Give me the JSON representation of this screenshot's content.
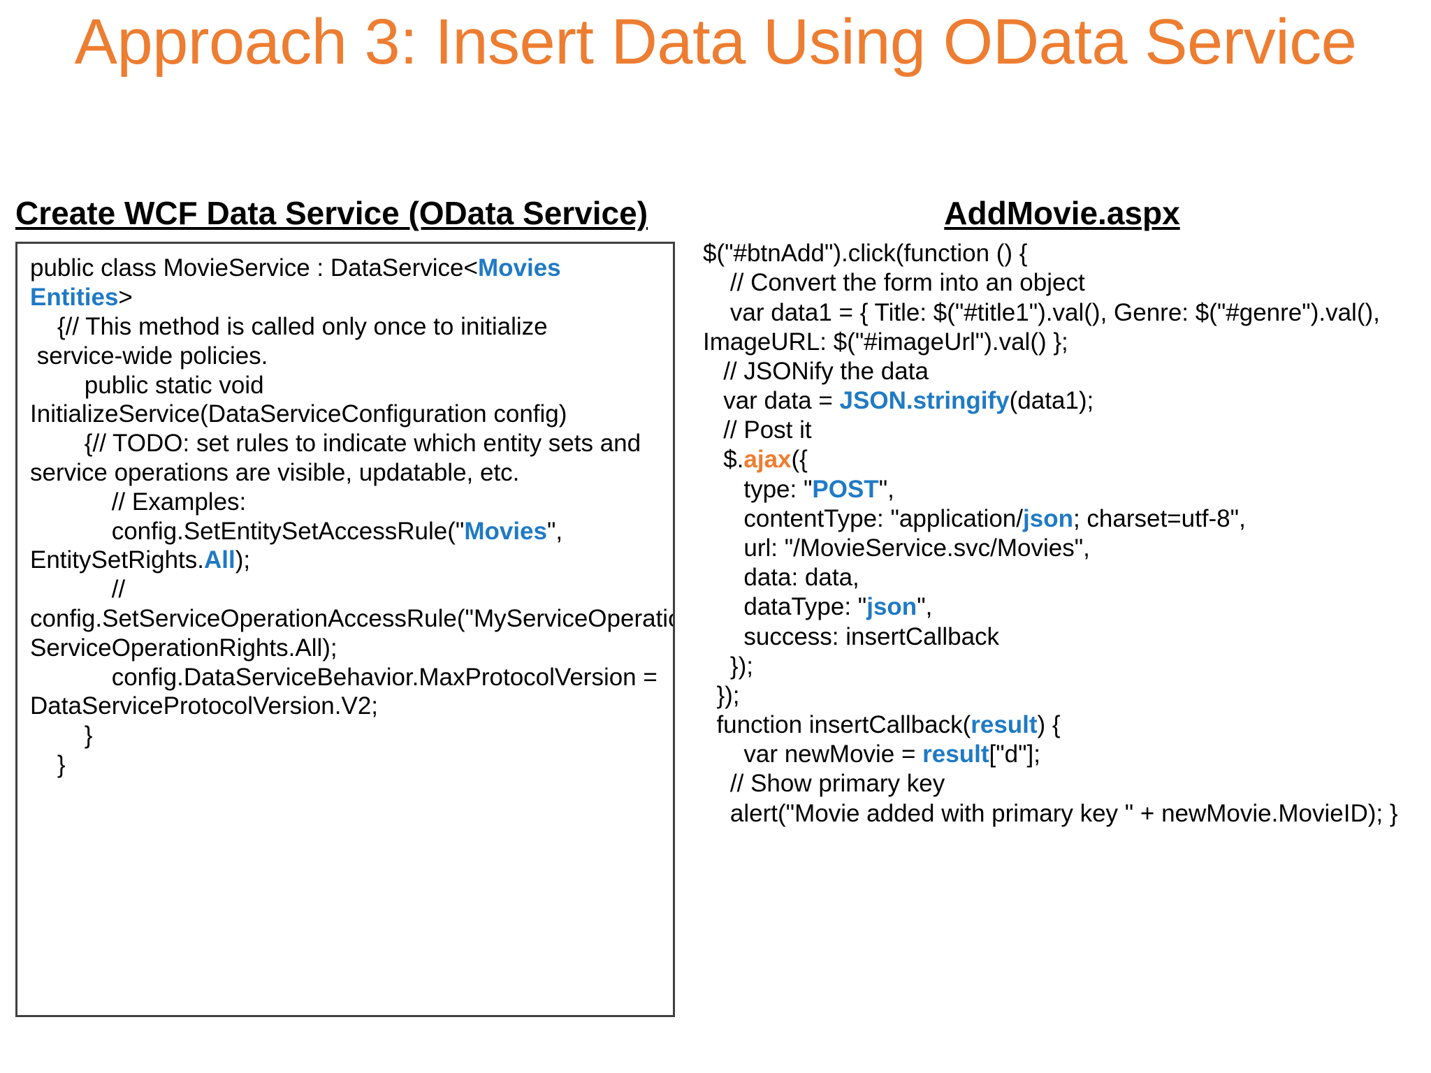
{
  "slide": {
    "title": "Approach 3: Insert Data Using OData Service",
    "colors": {
      "title_orange": "#ED7D31",
      "keyword_blue": "#1F7AC4",
      "keyword_orange": "#ED7D31",
      "text_black": "#000000",
      "box_border": "#404040",
      "background": "#FFFFFF"
    }
  },
  "left": {
    "heading": "Create WCF Data Service (OData Service)",
    "code_lines": [
      {
        "text": "public class MovieService : DataService<",
        "style": "plain"
      },
      {
        "text": "Movies Entities",
        "style": "blue"
      },
      {
        "text": ">",
        "style": "plain"
      },
      {
        "text": "\n    {// This method is called only once to initialize\n service-wide policies.\n        public static void InitializeService(DataServiceConfiguration config)\n        {// TODO: set rules to indicate which entity sets and service operations are visible, updatable, etc.\n            // Examples:\n            config.SetEntitySetAccessRule(\"",
        "style": "plain"
      },
      {
        "text": "Movies",
        "style": "blue"
      },
      {
        "text": "\", EntitySetRights.",
        "style": "plain"
      },
      {
        "text": "All",
        "style": "blue"
      },
      {
        "text": ");\n            // config.SetServiceOperationAccessRule(\"MyServiceOperation\", ServiceOperationRights.All);\n            config.DataServiceBehavior.MaxProtocolVersion = DataServiceProtocolVersion.V2;\n        }\n    }",
        "style": "plain"
      }
    ],
    "code_full_text": "public class MovieService : DataService<Movies Entities>\n    {// This method is called only once to initialize service-wide policies.\n        public static void InitializeService(DataServiceConfiguration config)\n        {// TODO: set rules to indicate which entity sets and service operations are visible, updatable, etc.\n            // Examples:\n            config.SetEntitySetAccessRule(\"Movies\", EntitySetRights.All);\n            // config.SetServiceOperationAccessRule(\"MyServiceOperation\", ServiceOperationRights.All);\n            config.DataServiceBehavior.MaxProtocolVersion = DataServiceProtocolVersion.V2;\n        }\n    }"
  },
  "right": {
    "heading": "AddMovie.aspx",
    "code_full_text": "$(\"#btnAdd\").click(function () {\n    // Convert the form into an object\n    var data1 = { Title: $(\"#title1\").val(), Genre: $(\"#genre\").val(), ImageURL: $(\"#imageUrl\").val() };\n   // JSONify the data\n   var data = JSON.stringify(data1);\n   // Post it\n   $.ajax({\n      type: \"POST\",\n      contentType: \"application/json; charset=utf-8\",\n      url: \"/MovieService.svc/Movies\",\n      data: data,\n      dataType: \"json\",\n      success: insertCallback\n    });\n  });\n  function insertCallback(result) {\n      var newMovie = result[\"d\"];\n    // Show primary key\n    alert(\"Movie added with primary key \" + newMovie.MovieID); }",
    "keywords_blue": [
      "JSON.stringify",
      "POST",
      "json",
      "result"
    ],
    "keywords_orange": [
      "ajax"
    ]
  }
}
